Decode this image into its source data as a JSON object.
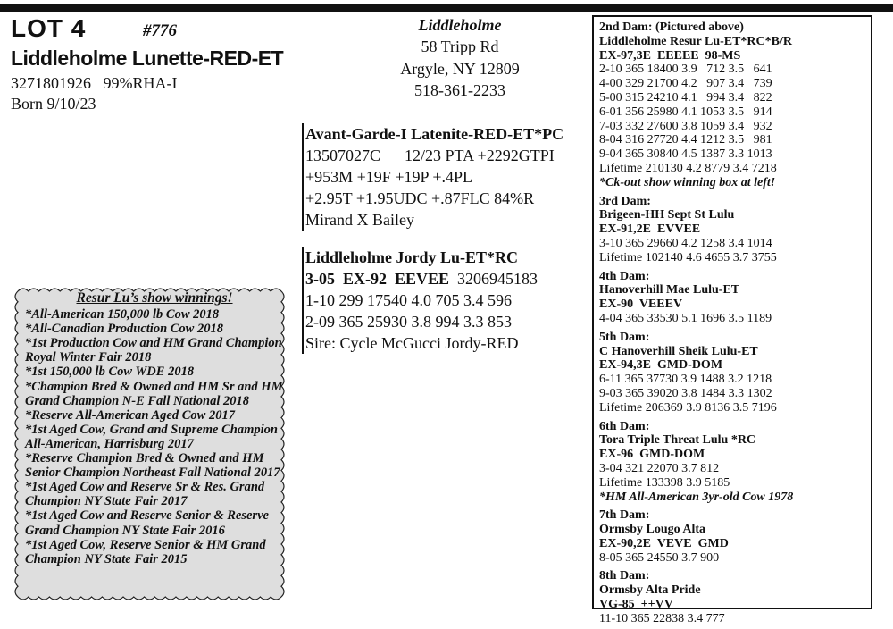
{
  "header": {
    "lot_label": "LOT 4",
    "lot_number": "#776",
    "animal_name": "Liddleholme Lunette-RED-ET",
    "registration": "3271801926   99%RHA-I",
    "born": "Born 9/10/23"
  },
  "consignor": {
    "name": "Liddleholme",
    "address1": "58 Tripp Rd",
    "address2": "Argyle, NY 12809",
    "phone": "518-361-2233"
  },
  "sire": {
    "name": "Avant-Garde-I Latenite-RED-ET*PC",
    "lines": [
      "13507027C      12/23 PTA +2292GTPI",
      "+953M +19F +19P +.4PL",
      "+2.95T +1.95UDC +.87FLC 84%R",
      "Mirand X Bailey"
    ]
  },
  "dam": {
    "name": "Liddleholme Jordy Lu-ET*RC",
    "classification": "3-05  EX-92  EEVEE",
    "reg": "3206945183",
    "records": [
      "1-10 299 17540 4.0 705 3.4 596",
      "2-09 365 25930 3.8 994 3.3 853"
    ],
    "sire_line": "Sire: Cycle McGucci Jordy-RED"
  },
  "show_winnings": {
    "title": "Resur Lu’s show winnings!",
    "items": [
      "*All-American 150,000 lb Cow 2018",
      "*All-Canadian Production Cow 2018",
      "*1st Production Cow and HM Grand Champion Royal Winter Fair 2018",
      "*1st 150,000 lb Cow WDE 2018",
      "*Champion Bred & Owned and HM Sr and HM Grand Champion N-E Fall National 2018",
      "*Reserve All-American Aged Cow 2017",
      "*1st Aged Cow, Grand and Supreme Champion All-American, Harrisburg 2017",
      "*Reserve Champion Bred & Owned and HM Senior Champion Northeast Fall National 2017",
      "*1st Aged Cow and Reserve Sr & Res. Grand Champion NY State Fair 2017",
      "*1st Aged Cow and Reserve Senior & Reserve Grand Champion NY State Fair 2016",
      "*1st Aged Cow, Reserve Senior & HM Grand Champion NY State Fair 2015"
    ]
  },
  "pedigree": [
    {
      "label": "2nd Dam: (Pictured above)",
      "name": "Liddleholme Resur Lu-ET*RC*B/R",
      "classification": "EX-97,3E  EEEEE  98-MS",
      "records": [
        "2-10 365 18400 3.9   712 3.5   641",
        "4-00 329 21700 4.2   907 3.4   739",
        "5-00 315 24210 4.1   994 3.4   822",
        "6-01 356 25980 4.1 1053 3.5   914",
        "7-03 332 27600 3.8 1059 3.4   932",
        "8-04 316 27720 4.4 1212 3.5   981",
        "9-04 365 30840 4.5 1387 3.3 1013",
        "Lifetime 210130 4.2 8779 3.4 7218"
      ],
      "note": "*Ck-out show winning box at left!"
    },
    {
      "label": "3rd Dam:",
      "name": "Brigeen-HH Sept St Lulu",
      "classification": "EX-91,2E  EVVEE",
      "records": [
        "3-10 365 29660 4.2 1258 3.4 1014",
        "Lifetime 102140 4.6 4655 3.7 3755"
      ],
      "note": ""
    },
    {
      "label": "4th Dam:",
      "name": "Hanoverhill Mae Lulu-ET",
      "classification": "EX-90  VEEEV",
      "records": [
        "4-04 365 33530 5.1 1696 3.5 1189"
      ],
      "note": ""
    },
    {
      "label": "5th Dam:",
      "name": "C Hanoverhill Sheik Lulu-ET",
      "classification": "EX-94,3E  GMD-DOM",
      "records": [
        "6-11 365 37730 3.9 1488 3.2 1218",
        "9-03 365 39020 3.8 1484 3.3 1302",
        "Lifetime 206369 3.9 8136 3.5 7196"
      ],
      "note": ""
    },
    {
      "label": "6th Dam:",
      "name": "Tora Triple Threat Lulu *RC",
      "classification": "EX-96  GMD-DOM",
      "records": [
        "3-04 321 22070 3.7 812",
        "Lifetime 133398 3.9 5185"
      ],
      "note": "*HM All-American 3yr-old Cow 1978"
    },
    {
      "label": "7th Dam:",
      "name": "Ormsby Lougo Alta",
      "classification": "EX-90,2E  VEVE  GMD",
      "records": [
        "8-05 365 24550 3.7 900"
      ],
      "note": ""
    },
    {
      "label": "8th Dam:",
      "name": "Ormsby Alta Pride",
      "classification": "VG-85  ++VV",
      "records": [
        "11-10 365 22838 3.4 777"
      ],
      "note": ""
    }
  ]
}
